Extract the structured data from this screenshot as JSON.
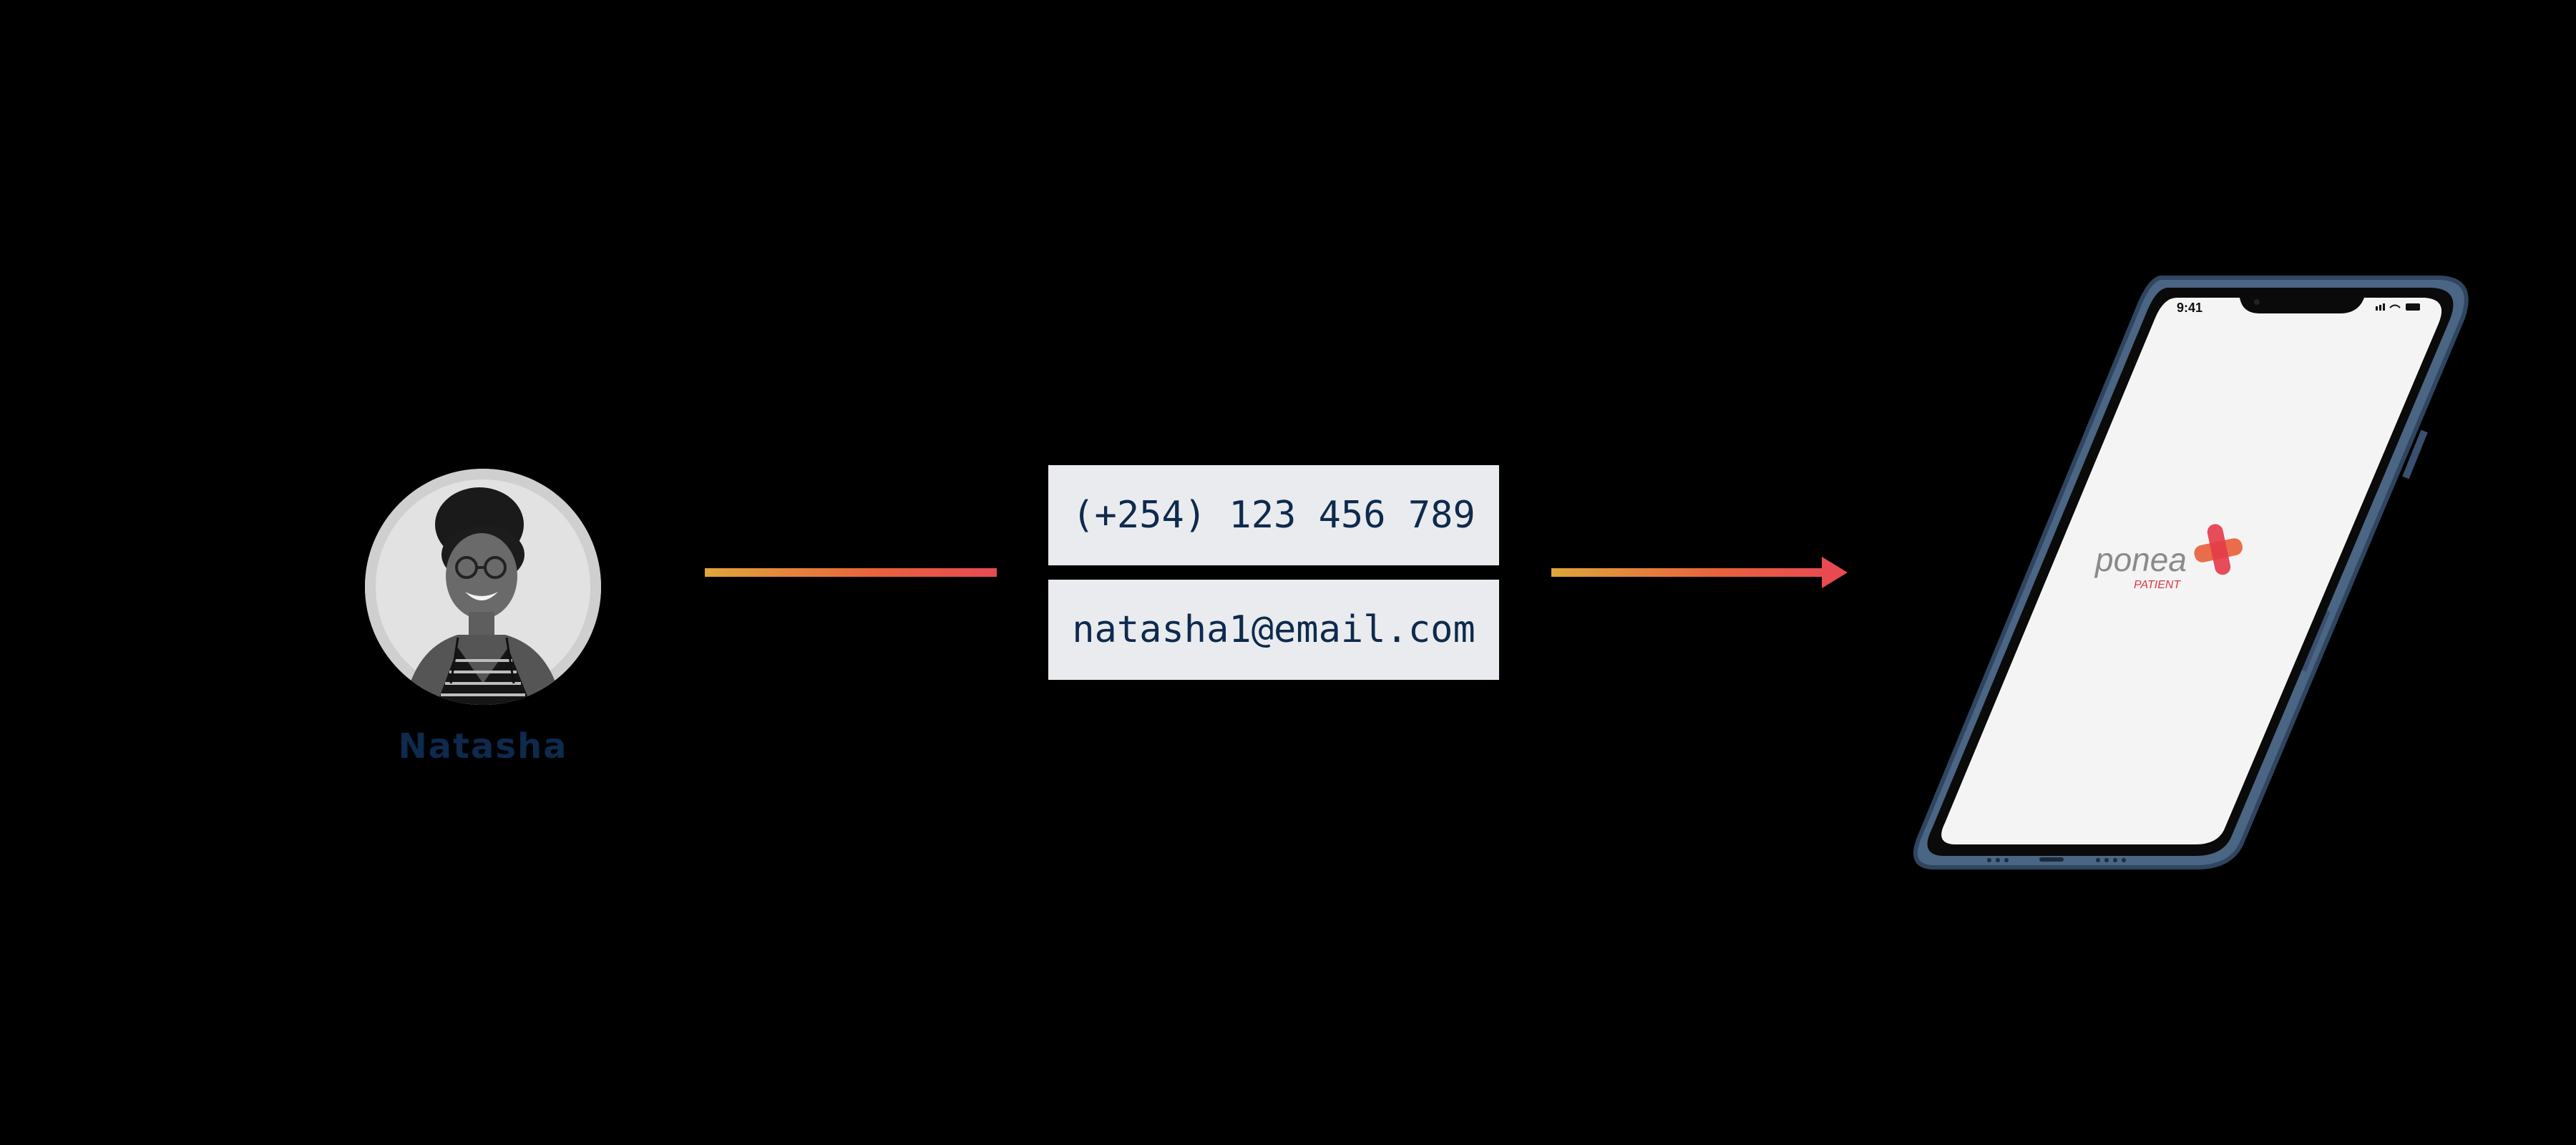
{
  "person": {
    "name": "Natasha"
  },
  "identifiers": {
    "phone": "(+254) 123 456 789",
    "email": "natasha1@email.com"
  },
  "device": {
    "status_time": "9:41",
    "app_logo_word": "ponea",
    "app_logo_sub": "PATIENT"
  },
  "colors": {
    "connector_start": "#e0a63a",
    "connector_end": "#e84a52",
    "text_navy": "#0e2a4d",
    "box_bg": "#e9ebee"
  }
}
